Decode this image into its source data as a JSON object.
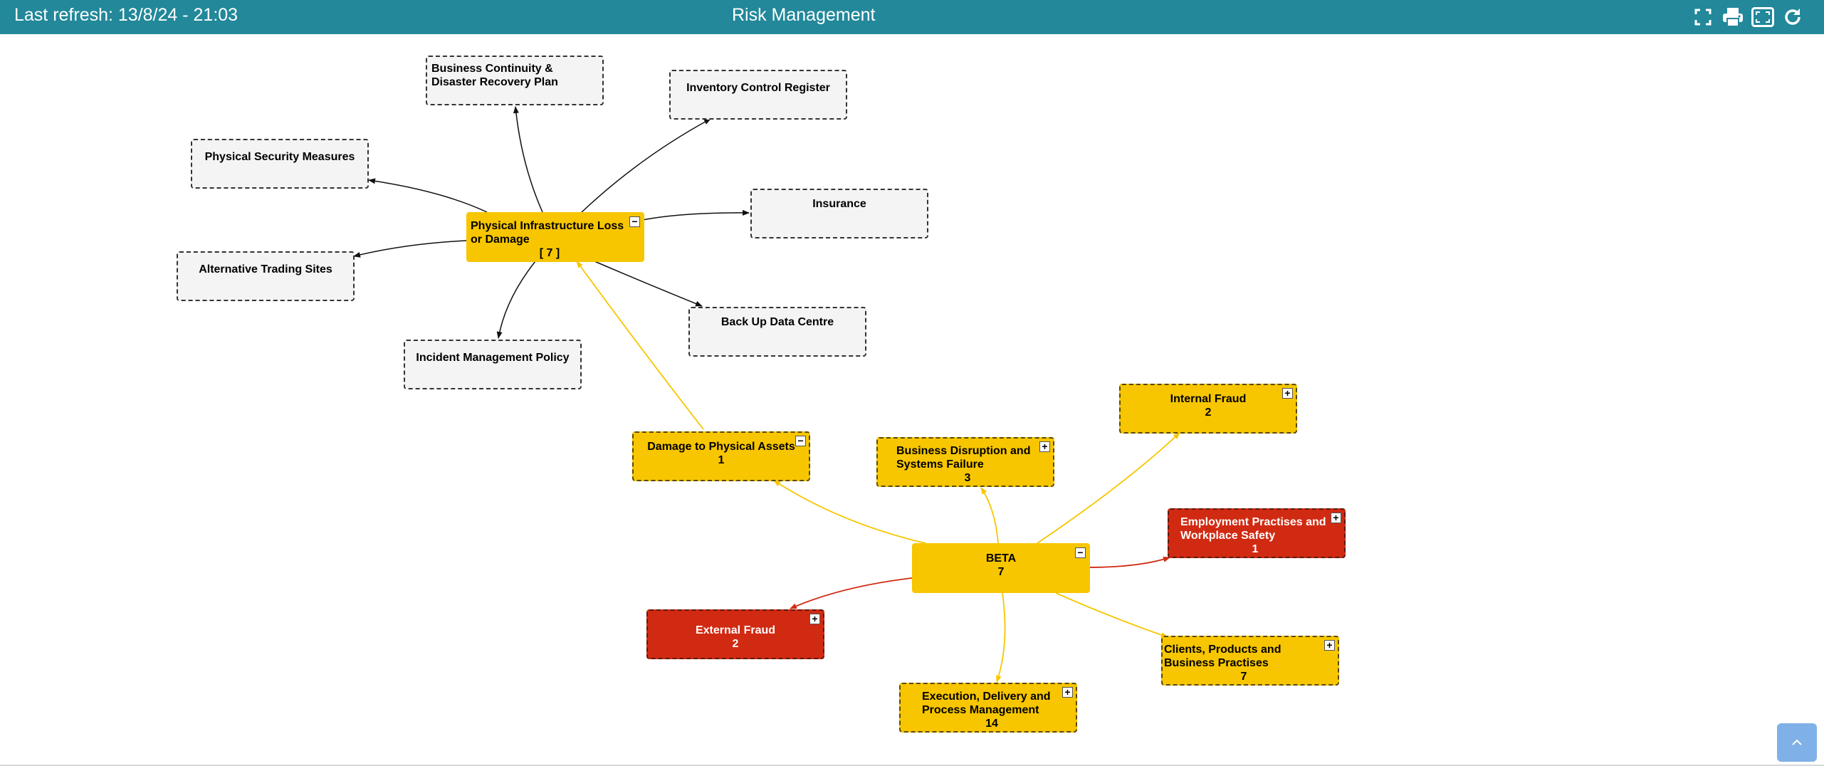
{
  "header": {
    "refresh_text": "Last refresh: 13/8/24 - 21:03",
    "title": "Risk Management",
    "tools": [
      {
        "icon": "fullscreen-icon"
      },
      {
        "icon": "print-icon"
      },
      {
        "icon": "fit-screen-icon"
      },
      {
        "icon": "refresh-icon"
      }
    ]
  },
  "colors": {
    "header": "#22889a",
    "yellow": "#f7c600",
    "red": "#d12a12",
    "leaf": "#f4f4f4"
  },
  "map": {
    "center": {
      "label": "BETA",
      "count": "7",
      "toggle": "−"
    },
    "risks": {
      "damage": {
        "label": "Damage to Physical Assets",
        "count": "1",
        "toggle": "−"
      },
      "disruption": {
        "label": "Business Disruption and Systems Failure",
        "count": "3",
        "toggle": "+"
      },
      "internal_fraud": {
        "label": "Internal Fraud",
        "count": "2",
        "toggle": "+"
      },
      "employment": {
        "label": "Employment Practises and Workplace Safety",
        "count": "1",
        "toggle": "+"
      },
      "clients": {
        "label": "Clients, Products and Business Practises",
        "count": "7",
        "toggle": "+"
      },
      "execution": {
        "label": "Execution, Delivery and Process Management",
        "count": "14",
        "toggle": "+"
      },
      "external_fraud": {
        "label": "External Fraud",
        "count": "2",
        "toggle": "+"
      }
    },
    "sub_risk": {
      "label": "Physical Infrastructure Loss or Damage",
      "count": "[ 7 ]",
      "toggle": "−"
    },
    "controls": {
      "bcdr": "Business Continuity & Disaster Recovery Plan",
      "inventory": "Inventory Control Register",
      "physical_security": "Physical Security Measures",
      "insurance": "Insurance",
      "alt_trading": "Alternative Trading Sites",
      "backup": "Back Up Data Centre",
      "incident": "Incident Management Policy"
    }
  }
}
